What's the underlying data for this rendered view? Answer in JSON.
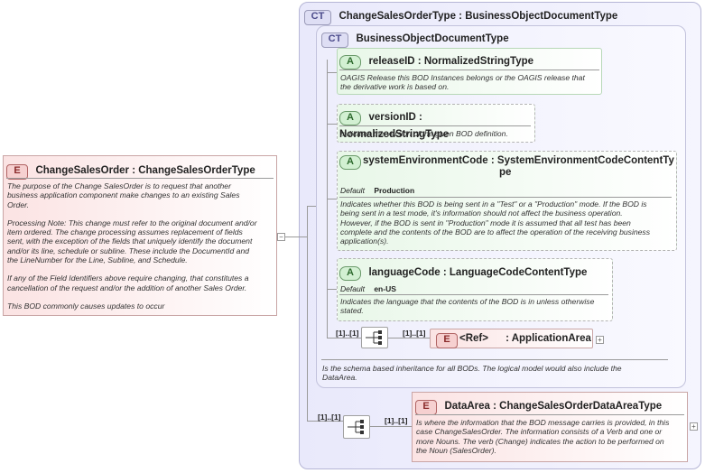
{
  "root": {
    "badge": "E",
    "title": "ChangeSalesOrder : ChangeSalesOrderType",
    "desc_lines": [
      "The purpose of the Change SalesOrder is to request that another",
      "business application component make changes to an existing Sales",
      "Order.",
      "",
      "Processing Note:  This change must refer to the original document and/or",
      "item ordered.  The change processing assumes replacement of fields",
      "sent, with the exception of the fields that uniquely identify the document",
      "and/or its line, schedule or subline. These include the DocumentId and",
      "the LineNumber for the Line, Subline, and Schedule.",
      "",
      "If any of the Field Identifiers above require changing, that constitutes a",
      "cancellation of the request and/or the addition of another Sales Order.",
      "",
      "This BOD commonly causes updates to occur"
    ],
    "collapse_symbol": "−"
  },
  "outer_type": {
    "badge": "CT",
    "title": "ChangeSalesOrderType : BusinessObjectDocumentType"
  },
  "inner_type": {
    "badge": "CT",
    "title": "BusinessObjectDocumentType",
    "desc_lines": [
      "Is the schema based inheritance for all BODs. The logical model would also include the",
      "DataArea."
    ]
  },
  "attributes": [
    {
      "badge": "A",
      "title": "releaseID : NormalizedStringType",
      "desc_lines": [
        "OAGIS Release this BOD Instances belongs or the OAGIS release that",
        "the derivative work is based on."
      ]
    },
    {
      "badge": "A",
      "title": "versionID : NormalizedStringType",
      "desc_lines": [
        "Indicates the version of the given BOD definition."
      ]
    },
    {
      "badge": "A",
      "title_line1": "systemEnvironmentCode : SystemEnvironmentCodeContentTy",
      "title_line2": "pe",
      "default_label": "Default",
      "default_value": "Production",
      "desc_lines": [
        "Indicates whether this BOD is being sent in a \"Test\" or a \"Production\" mode. If the BOD is",
        "being sent in a test mode, it's information should not affect the business operation.",
        "However, if the BOD is sent in \"Production\" mode it is assumed that all test has been",
        "complete and the contents of the BOD are to affect the operation of the receiving business",
        "application(s)."
      ]
    },
    {
      "badge": "A",
      "title": "languageCode : LanguageCodeContentType",
      "default_label": "Default",
      "default_value": "en-US",
      "desc_lines": [
        "Indicates the language that the contents of the BOD is in unless otherwise",
        "stated."
      ]
    }
  ],
  "app_area": {
    "card_left": "[1]..[1]",
    "card_right": "[1]..[1]",
    "badge": "E",
    "title": "<Ref>      : ApplicationArea",
    "expand_symbol": "+"
  },
  "data_area": {
    "card_left": "[1]..[1]",
    "card_right": "[1]..[1]",
    "badge": "E",
    "title": "DataArea : ChangeSalesOrderDataAreaType",
    "desc_lines": [
      "Is where the information that the BOD message carries is provided, in this",
      "case ChangeSalesOrder. The information consists of a Verb and one or",
      "more Nouns. The verb (Change) indicates the action to be performed on",
      "the Noun (SalesOrder)."
    ],
    "expand_symbol": "+"
  },
  "colors": {
    "element_fill": "#fbe3e3",
    "attribute_fill": "#e8f7e8",
    "type_fill": "#ececfb"
  },
  "icons": [
    "sequence-icon"
  ]
}
